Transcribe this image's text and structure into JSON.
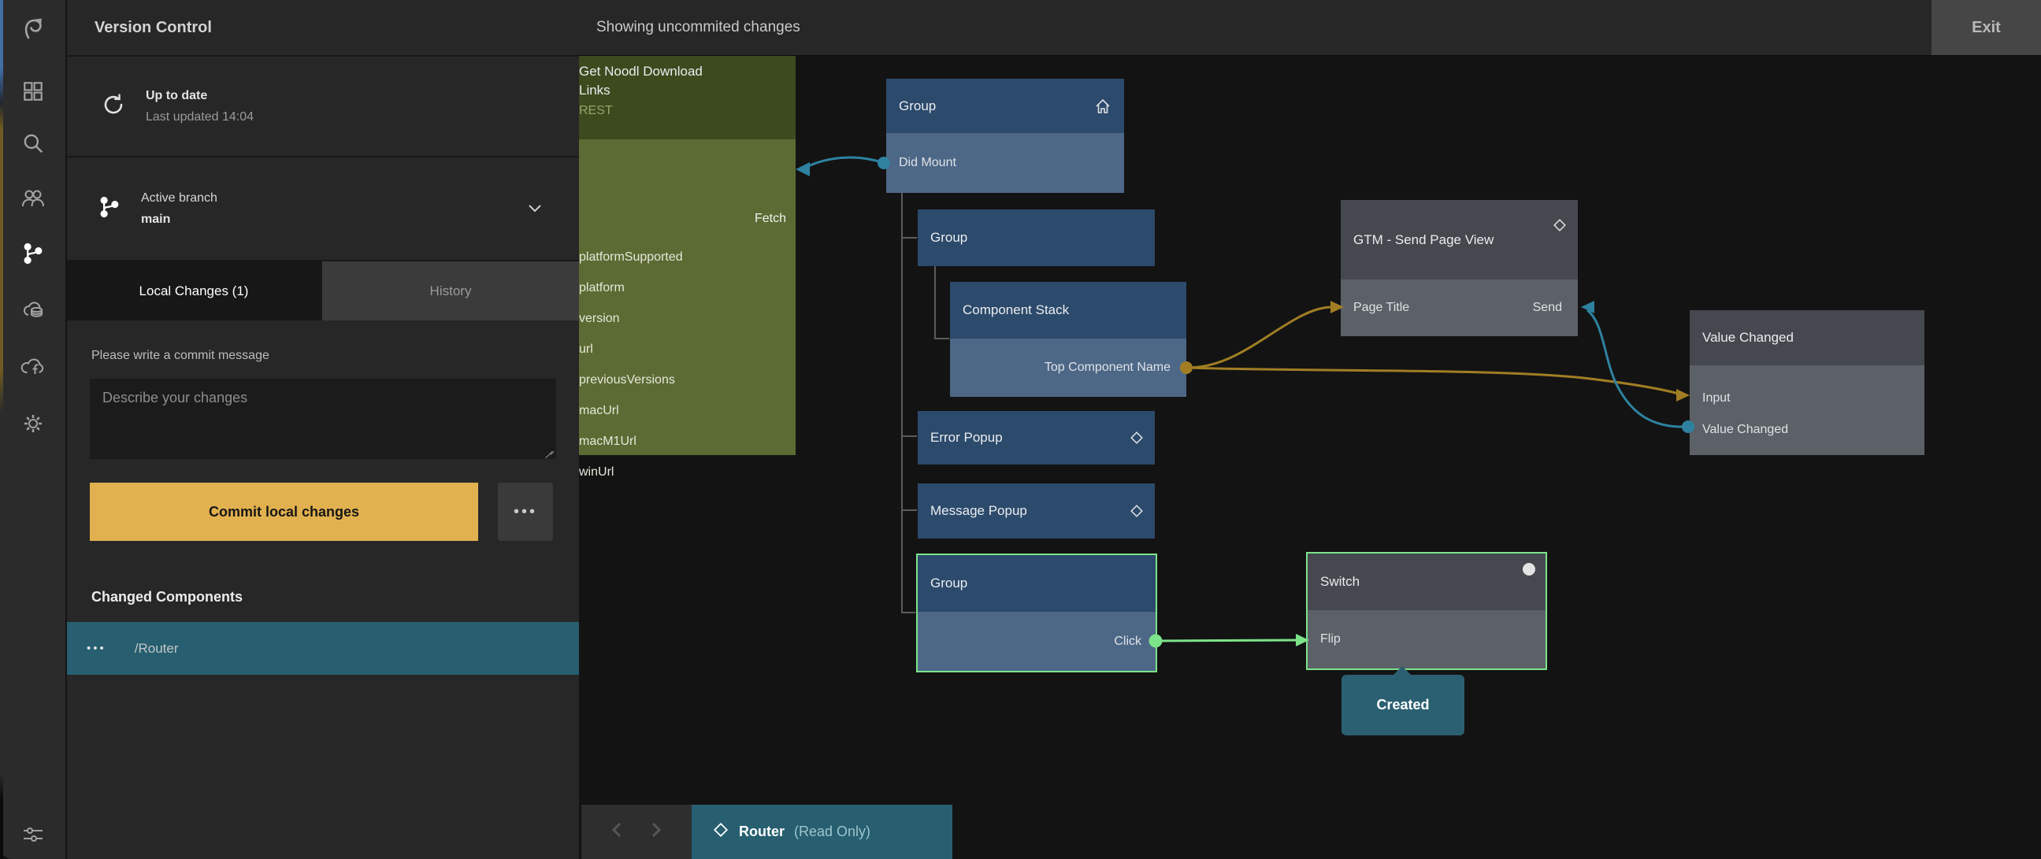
{
  "colors": {
    "accent_yellow": "#e2b14f",
    "selection_teal": "#275f70",
    "node_blue_header": "#2c4a6b",
    "node_blue_port": "#4d6787",
    "node_gray_header": "#45484e",
    "node_gray_port": "#5c6067",
    "node_green_header": "#3c4a1e",
    "node_green_body": "#5c6b33",
    "wire_teal": "#2e82a0",
    "wire_orange": "#a17e24",
    "wire_green": "#7ce38a",
    "selected_border": "#7ce38a"
  },
  "sidebar": {
    "icons": [
      {
        "name": "noodl-logo"
      },
      {
        "name": "components-grid"
      },
      {
        "name": "search"
      },
      {
        "name": "collaboration-users"
      },
      {
        "name": "version-control-branch",
        "active": true
      },
      {
        "name": "cloud-database"
      },
      {
        "name": "cloud-functions"
      },
      {
        "name": "settings-gear"
      },
      {
        "name": "sliders"
      }
    ]
  },
  "panel": {
    "title": "Version Control",
    "sync": {
      "status": "Up to date",
      "updated": "Last updated 14:04"
    },
    "branch": {
      "label": "Active branch",
      "name": "main"
    },
    "tabs": {
      "local": "Local Changes (1)",
      "history": "History"
    },
    "commit": {
      "prompt": "Please write a commit message",
      "placeholder": "Describe your changes",
      "submit": "Commit local changes",
      "more": "•••"
    },
    "changed": {
      "heading": "Changed Components",
      "rows": [
        {
          "menu": "•••",
          "label": "/Router"
        }
      ]
    }
  },
  "topbar": {
    "status": "Showing uncommited changes",
    "exit": "Exit"
  },
  "canvas": {
    "nodes": {
      "rest": {
        "title": "Get Noodl Download Links",
        "subtitle": "REST",
        "output": "Fetch",
        "inputs": [
          "platformSupported",
          "platform",
          "version",
          "url",
          "previousVersions",
          "macUrl",
          "macM1Url",
          "winUrl"
        ]
      },
      "rootGroup": {
        "title": "Group",
        "port": "Did Mount"
      },
      "childGroup": {
        "title": "Group"
      },
      "componentStack": {
        "title": "Component Stack",
        "port": "Top Component Name"
      },
      "errorPopup": {
        "title": "Error Popup"
      },
      "messagePopup": {
        "title": "Message Popup"
      },
      "selectedGroup": {
        "title": "Group",
        "port": "Click"
      },
      "switchNode": {
        "title": "Switch",
        "port": "Flip"
      },
      "gtm": {
        "title": "GTM - Send Page View",
        "portIn": "Page Title",
        "portOut": "Send"
      },
      "valueChanged": {
        "title": "Value Changed",
        "portIn": "Input",
        "portOut": "Value Changed"
      },
      "created": {
        "label": "Created"
      }
    }
  },
  "bottombar": {
    "tab": {
      "label": "Router",
      "badge": "(Read Only)"
    }
  }
}
